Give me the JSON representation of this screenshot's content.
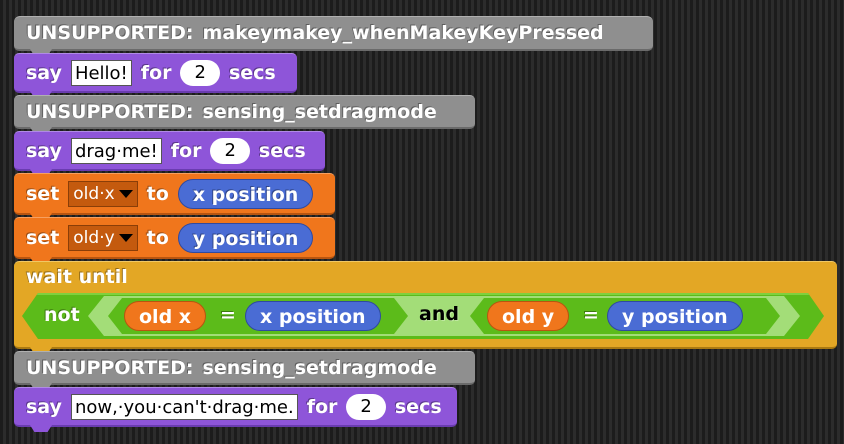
{
  "blocks": [
    {
      "type": "unsupported",
      "label": "UNSUPPORTED:",
      "opcode": "makeymakey_whenMakeyKeyPressed"
    },
    {
      "type": "say_for_secs",
      "say": "say",
      "message": "Hello!",
      "for": "for",
      "secs_value": "2",
      "secs": "secs"
    },
    {
      "type": "unsupported",
      "label": "UNSUPPORTED:",
      "opcode": "sensing_setdragmode"
    },
    {
      "type": "say_for_secs",
      "say": "say",
      "message": "drag·me!",
      "for": "for",
      "secs_value": "2",
      "secs": "secs"
    },
    {
      "type": "set_var",
      "set": "set",
      "variable": "old·x",
      "to": "to",
      "value": "x position"
    },
    {
      "type": "set_var",
      "set": "set",
      "variable": "old·y",
      "to": "to",
      "value": "y position"
    },
    {
      "type": "wait_until",
      "label": "wait until",
      "condition": {
        "not": "not",
        "left": {
          "var": "old x",
          "op": "=",
          "value": "x position"
        },
        "and": "and",
        "right": {
          "var": "old y",
          "op": "=",
          "value": "y position"
        }
      }
    },
    {
      "type": "unsupported",
      "label": "UNSUPPORTED:",
      "opcode": "sensing_setdragmode"
    },
    {
      "type": "say_for_secs",
      "say": "say",
      "message": "now,·you·can't·drag·me.",
      "for": "for",
      "secs_value": "2",
      "secs": "secs"
    }
  ],
  "colors": {
    "unsupported": "#8f8f8f",
    "looks": "#8e55d9",
    "variables": "#f0761c",
    "control": "#e3a725",
    "operators": "#5cbb1a",
    "motion_reporter": "#4a6cd4",
    "background": "#2a2a2a"
  }
}
